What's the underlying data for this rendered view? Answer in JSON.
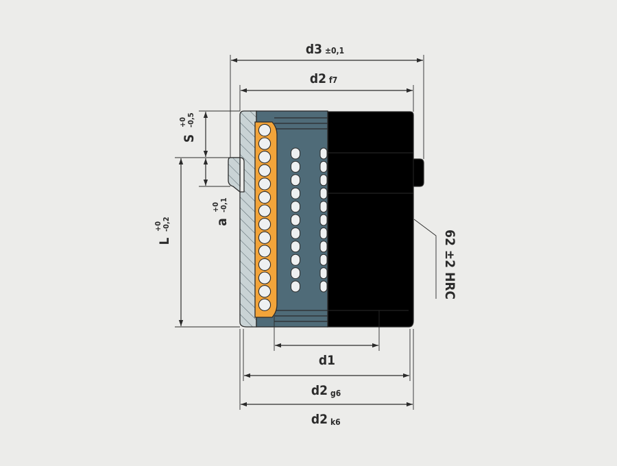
{
  "dimensions": {
    "d3": {
      "base": "d3",
      "tol": "±0,1"
    },
    "d2_top": {
      "base": "d2",
      "tol": "f7"
    },
    "d1": {
      "base": "d1",
      "tol": ""
    },
    "d2_g6": {
      "base": "d2",
      "tol": "g6"
    },
    "d2_k6": {
      "base": "d2",
      "tol": "k6"
    },
    "S": {
      "base": "S",
      "upper": "+0",
      "lower": "-0,5"
    },
    "a": {
      "base": "a",
      "upper": "+0",
      "lower": "-0,1"
    },
    "L": {
      "base": "L",
      "upper": "+0",
      "lower": "-0,2"
    }
  },
  "hardness": "62 ±2 HRC",
  "colors": {
    "background": "#ececea",
    "housing": "#c9d3d5",
    "sleeve": "#4f6b78",
    "cage": "#f2a43a",
    "ball": "#eef0f1",
    "surface": "#d8e0e3",
    "line": "#2b2b2b"
  }
}
